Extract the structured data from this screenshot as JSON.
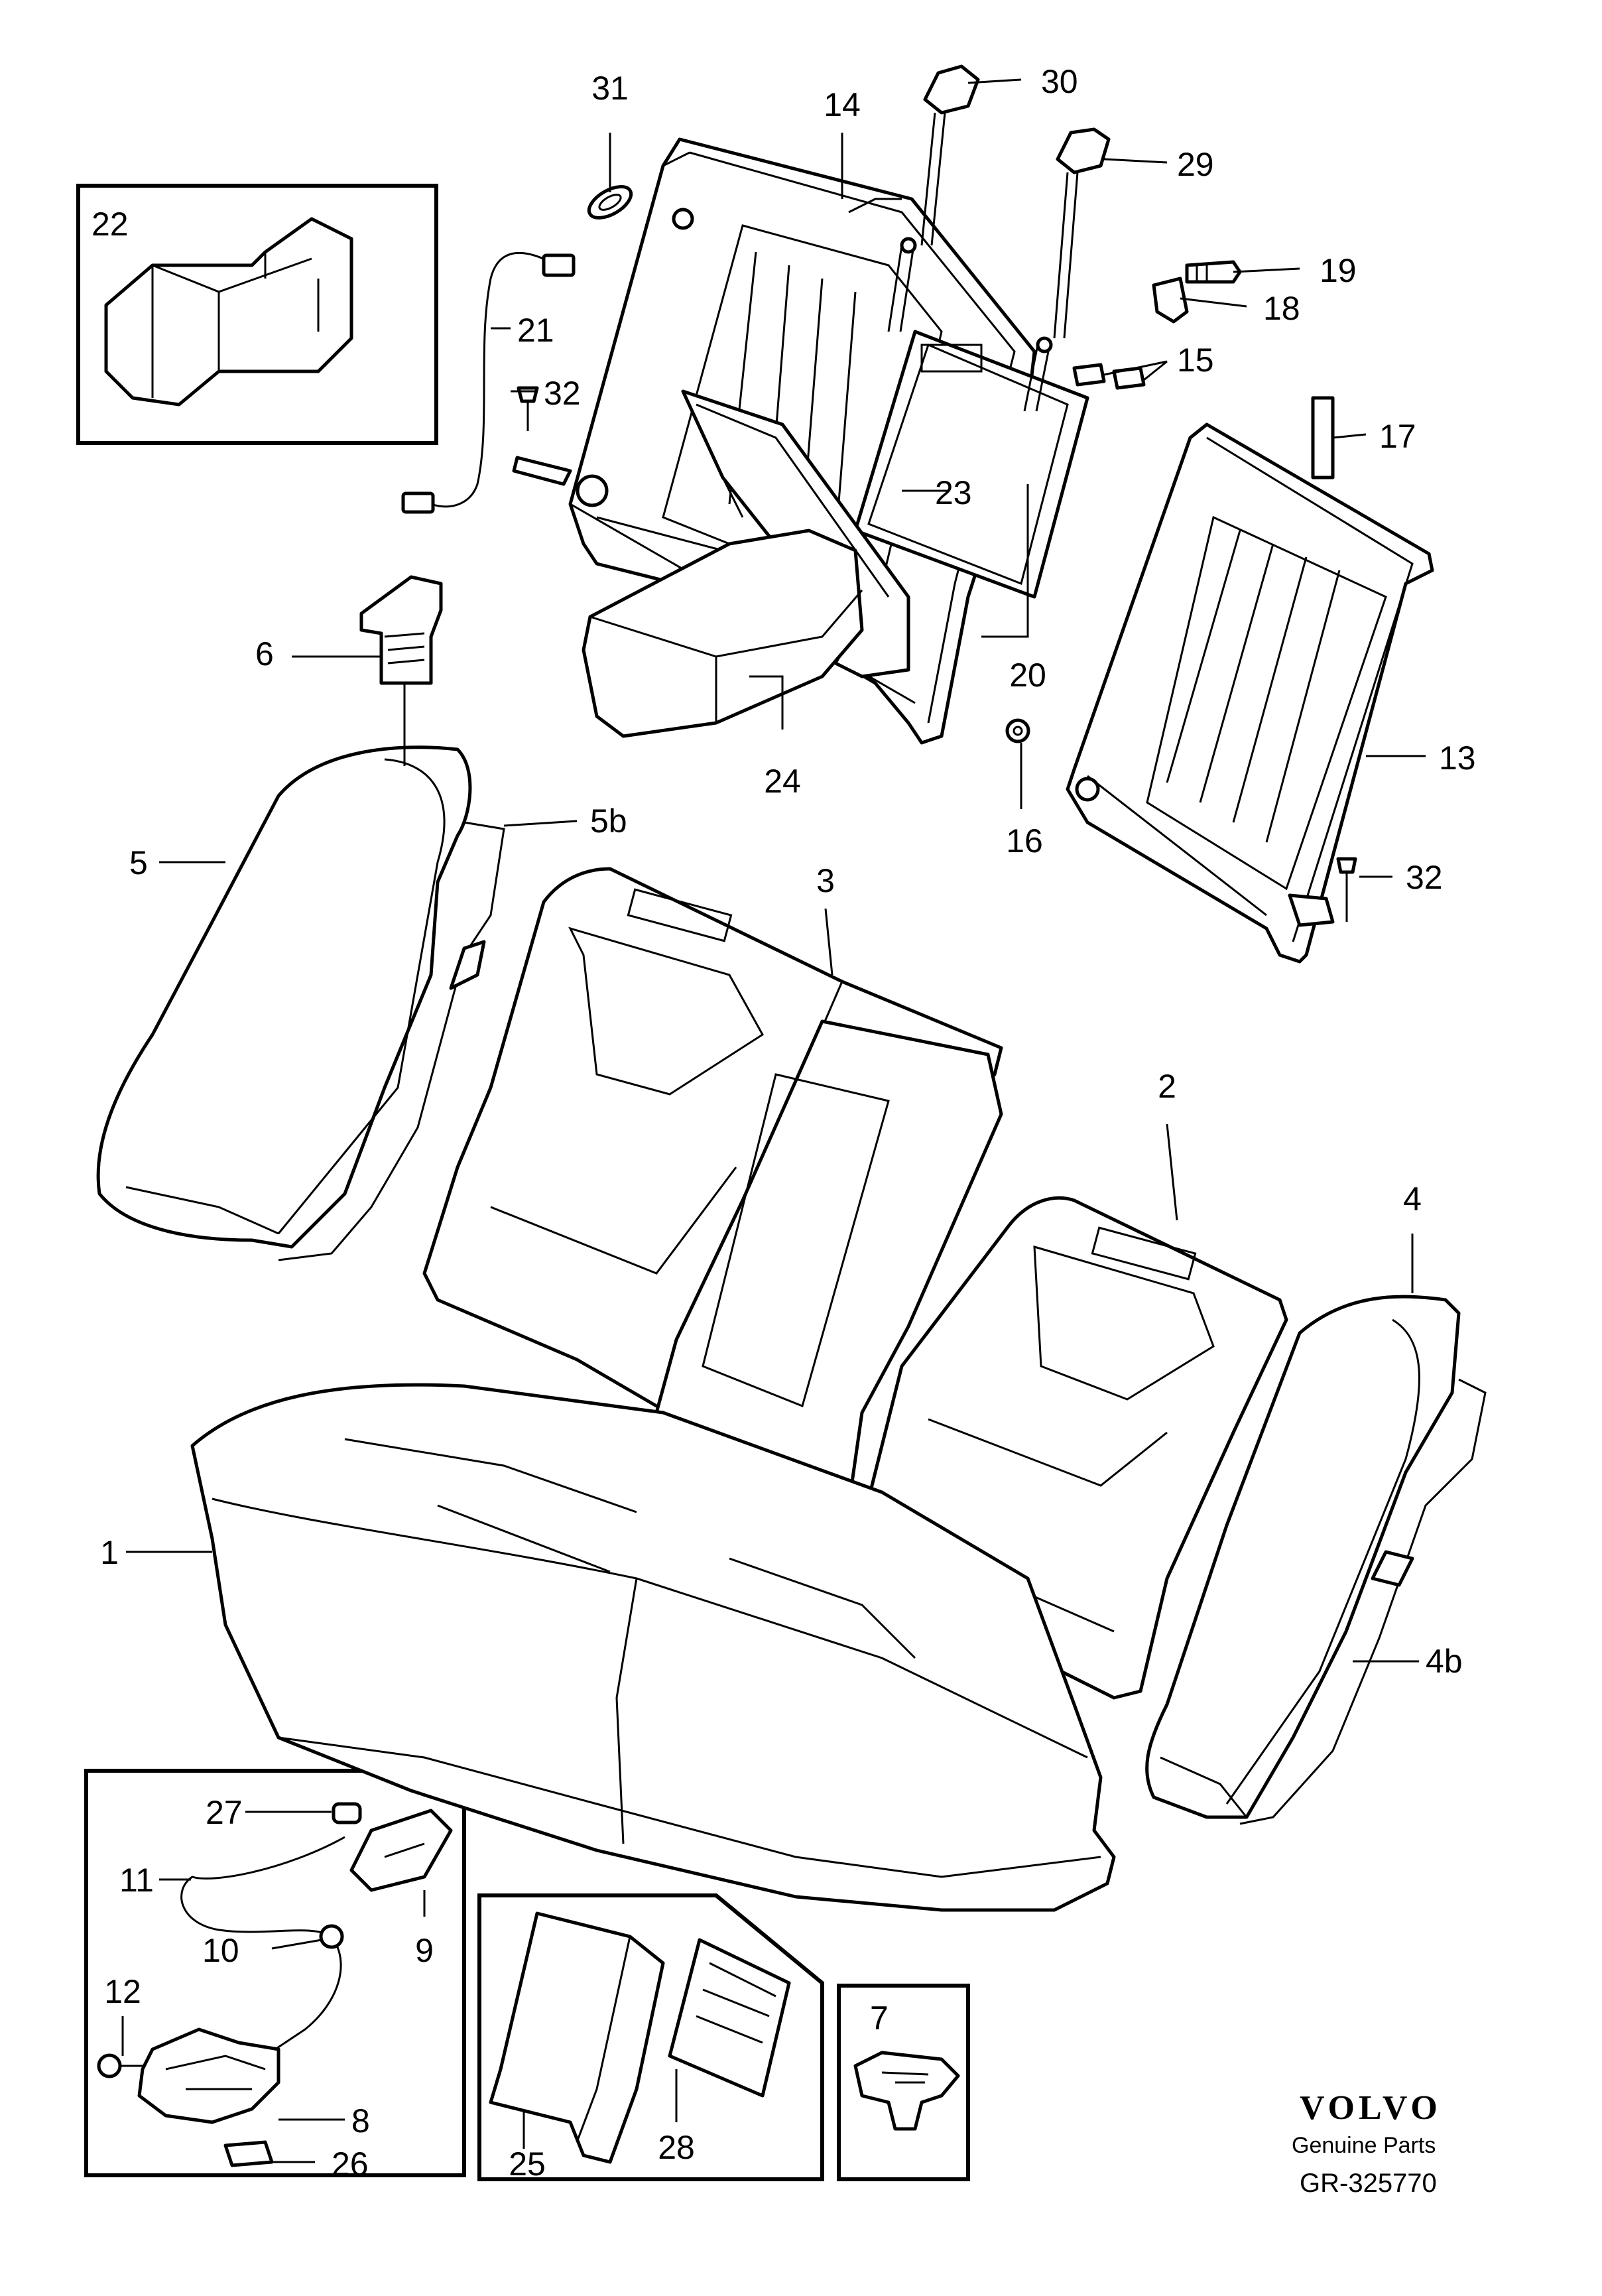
{
  "callouts": [
    {
      "id": "c1",
      "text": "1"
    },
    {
      "id": "c2",
      "text": "2"
    },
    {
      "id": "c3",
      "text": "3"
    },
    {
      "id": "c4",
      "text": "4"
    },
    {
      "id": "c4b",
      "text": "4b"
    },
    {
      "id": "c5",
      "text": "5"
    },
    {
      "id": "c5b",
      "text": "5b"
    },
    {
      "id": "c6",
      "text": "6"
    },
    {
      "id": "c7",
      "text": "7"
    },
    {
      "id": "c8",
      "text": "8"
    },
    {
      "id": "c9",
      "text": "9"
    },
    {
      "id": "c10",
      "text": "10"
    },
    {
      "id": "c11",
      "text": "11"
    },
    {
      "id": "c12",
      "text": "12"
    },
    {
      "id": "c13",
      "text": "13"
    },
    {
      "id": "c14",
      "text": "14"
    },
    {
      "id": "c15",
      "text": "15"
    },
    {
      "id": "c16",
      "text": "16"
    },
    {
      "id": "c17",
      "text": "17"
    },
    {
      "id": "c18",
      "text": "18"
    },
    {
      "id": "c19",
      "text": "19"
    },
    {
      "id": "c20",
      "text": "20"
    },
    {
      "id": "c21",
      "text": "21"
    },
    {
      "id": "c22",
      "text": "22"
    },
    {
      "id": "c23",
      "text": "23"
    },
    {
      "id": "c24",
      "text": "24"
    },
    {
      "id": "c25",
      "text": "25"
    },
    {
      "id": "c26",
      "text": "26"
    },
    {
      "id": "c27",
      "text": "27"
    },
    {
      "id": "c28",
      "text": "28"
    },
    {
      "id": "c29",
      "text": "29"
    },
    {
      "id": "c30",
      "text": "30"
    },
    {
      "id": "c31",
      "text": "31"
    },
    {
      "id": "c32a",
      "text": "32"
    },
    {
      "id": "c32b",
      "text": "32"
    }
  ],
  "brand": {
    "logo": "VOLVO",
    "tagline": "Genuine Parts",
    "code": "GR-325770"
  }
}
